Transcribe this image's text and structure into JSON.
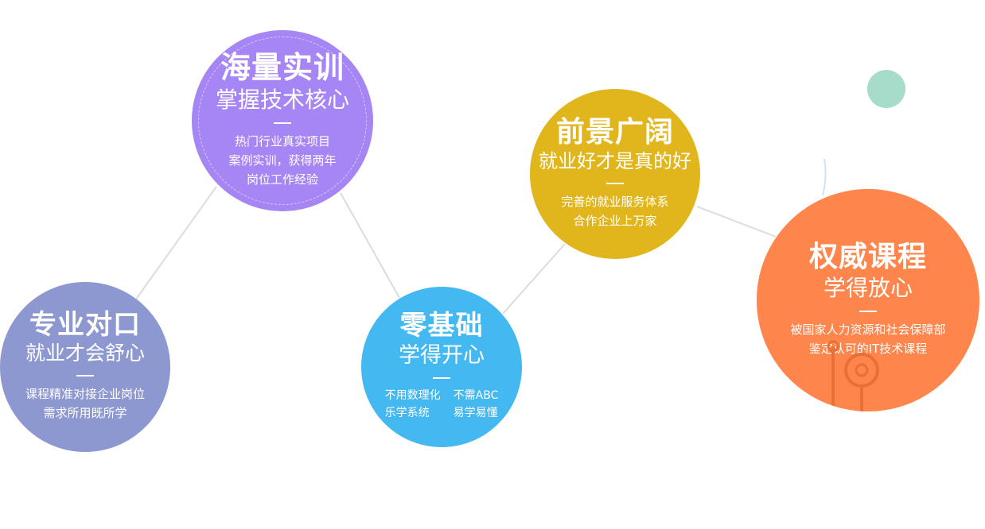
{
  "colors": {
    "purple": "#a685f4",
    "gold": "#e1b61c",
    "slate_blue": "#8e98d0",
    "sky_blue": "#44b8f0",
    "orange": "#fe854c",
    "mint": "#a6dcc9",
    "connector": "#dcdcdc"
  },
  "features": {
    "hai_liang": {
      "title": "海量实训",
      "subtitle": "掌握技术核心",
      "desc": [
        "热门行业真实项目",
        "案例实训，获得两年",
        "岗位工作经验"
      ]
    },
    "qian_jing": {
      "title": "前景广阔",
      "subtitle": "就业好才是真的好",
      "desc": [
        "完善的就业服务体系",
        "合作企业上万家"
      ]
    },
    "zhuan_ye": {
      "title": "专业对口",
      "subtitle": "就业才会舒心",
      "desc": [
        "课程精准对接企业岗位",
        "需求所用既所学"
      ]
    },
    "ling_ji_chu": {
      "title": "零基础",
      "subtitle": "学得开心",
      "desc_left": [
        "不用数理化",
        "乐学系统"
      ],
      "desc_right": [
        "不需ABC",
        "易学易懂"
      ]
    },
    "quan_wei": {
      "title": "权威课程",
      "subtitle": "学得放心",
      "desc": [
        "被国家人力资源和社会保障部",
        "鉴定认可的IT技术课程"
      ]
    }
  }
}
